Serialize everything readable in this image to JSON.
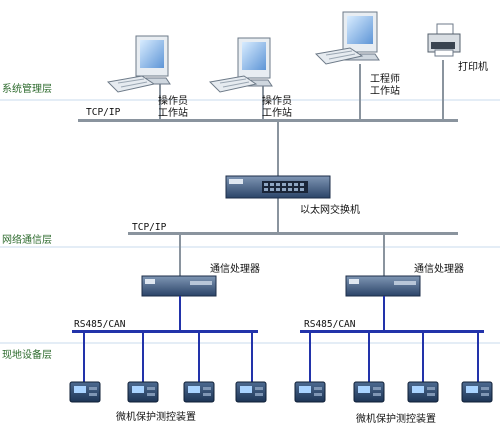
{
  "layers": {
    "system_management": "系统管理层",
    "network_comm": "网络通信层",
    "field_device": "现地设备层"
  },
  "top": {
    "tcpip": "TCP/IP",
    "operator1": [
      "操作员",
      "工作站"
    ],
    "operator2": [
      "操作员",
      "工作站"
    ],
    "engineer": [
      "工程师",
      "工作站"
    ],
    "printer": "打印机"
  },
  "switch_label": "以太网交换机",
  "mid": {
    "tcpip": "TCP/IP",
    "processor_left": "通信处理器",
    "processor_right": "通信处理器"
  },
  "field": {
    "rs485_left": "RS485/CAN",
    "rs485_right": "RS485/CAN",
    "devices_left": "微机保护测控装置",
    "devices_right": "微机保护测控装置"
  },
  "colors": {
    "bus_gray": "#8a949e",
    "bus_blue": "#2233aa",
    "layer_text": "#2e6b2e",
    "separator": "#b9cfe8"
  }
}
